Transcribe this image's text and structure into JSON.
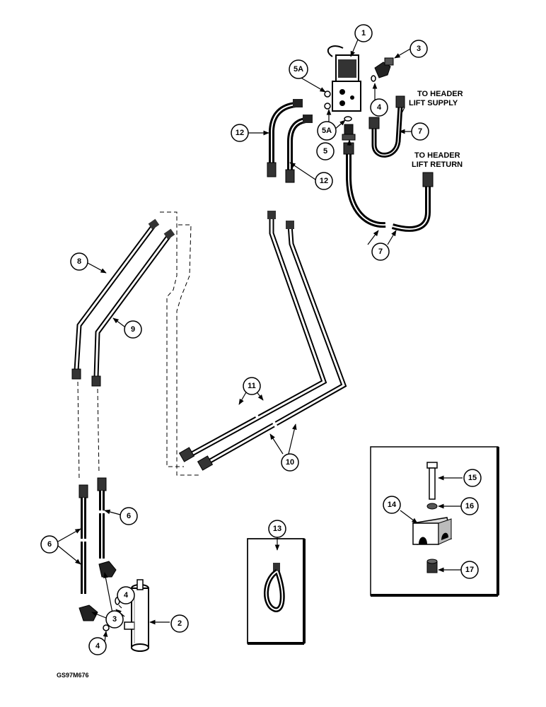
{
  "callouts": {
    "c1": "1",
    "c2": "2",
    "c3a": "3",
    "c3b": "3",
    "c4a": "4",
    "c4b": "4",
    "c4c": "4",
    "c5": "5",
    "c5a1": "5A",
    "c5a2": "5A",
    "c6a": "6",
    "c6b": "6",
    "c7a": "7",
    "c7b": "7",
    "c8": "8",
    "c9": "9",
    "c10": "10",
    "c11": "11",
    "c12a": "12",
    "c12b": "12",
    "c13": "13",
    "c14": "14",
    "c15": "15",
    "c16": "16",
    "c17": "17"
  },
  "labels": {
    "supply_line1": "TO HEADER",
    "supply_line2": "LIFT SUPPLY",
    "return_line1": "TO HEADER",
    "return_line2": "LIFT RETURN"
  },
  "figure_code": "GS97M676"
}
